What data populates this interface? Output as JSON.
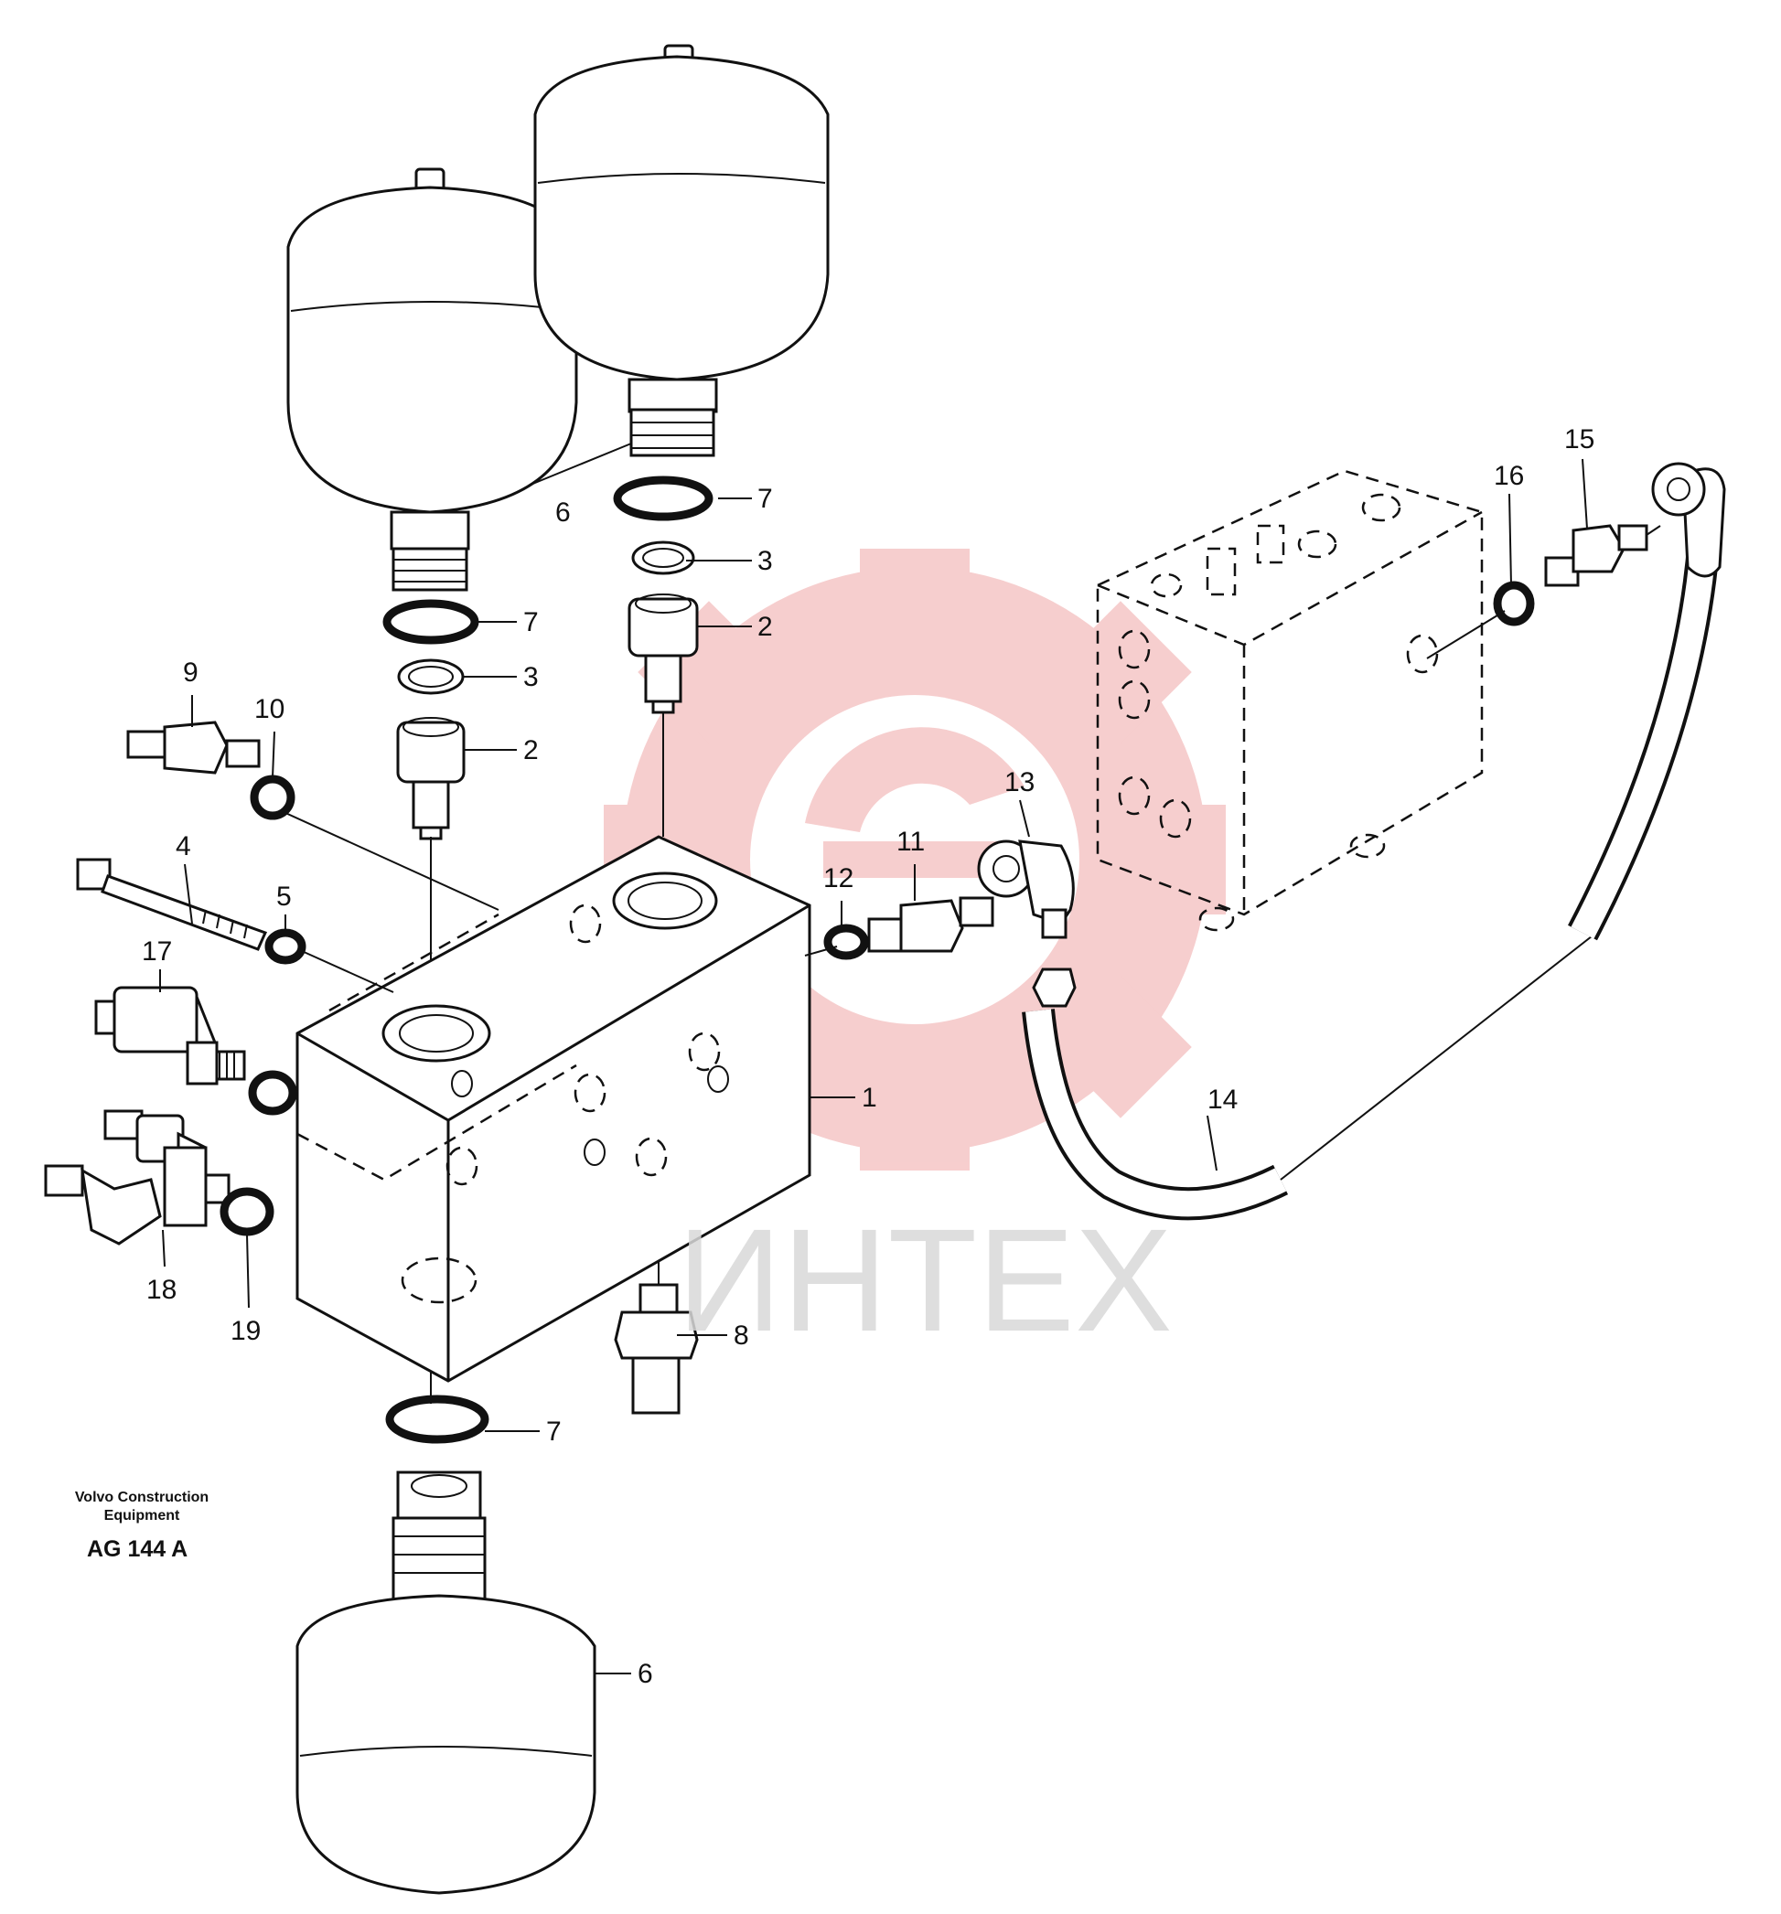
{
  "watermark": {
    "text": "ИНТЕХ",
    "gear_color": "#f6c9c9",
    "text_color": "#d9d9d9"
  },
  "credit": {
    "line1": "Volvo Construction",
    "line2": "Equipment"
  },
  "figure_code": "AG 144 A",
  "callouts": [
    {
      "id": "c6a",
      "label": "6"
    },
    {
      "id": "c7a",
      "label": "7"
    },
    {
      "id": "c3a",
      "label": "3"
    },
    {
      "id": "c2a",
      "label": "2"
    },
    {
      "id": "c7b",
      "label": "7"
    },
    {
      "id": "c3b",
      "label": "3"
    },
    {
      "id": "c2b",
      "label": "2"
    },
    {
      "id": "c9",
      "label": "9"
    },
    {
      "id": "c10",
      "label": "10"
    },
    {
      "id": "c4",
      "label": "4"
    },
    {
      "id": "c5",
      "label": "5"
    },
    {
      "id": "c17",
      "label": "17"
    },
    {
      "id": "c18",
      "label": "18"
    },
    {
      "id": "c19",
      "label": "19"
    },
    {
      "id": "c1",
      "label": "1"
    },
    {
      "id": "c8",
      "label": "8"
    },
    {
      "id": "c7c",
      "label": "7"
    },
    {
      "id": "c6b",
      "label": "6"
    },
    {
      "id": "c11",
      "label": "11"
    },
    {
      "id": "c12",
      "label": "12"
    },
    {
      "id": "c13",
      "label": "13"
    },
    {
      "id": "c14",
      "label": "14"
    },
    {
      "id": "c15",
      "label": "15"
    },
    {
      "id": "c16",
      "label": "16"
    }
  ]
}
